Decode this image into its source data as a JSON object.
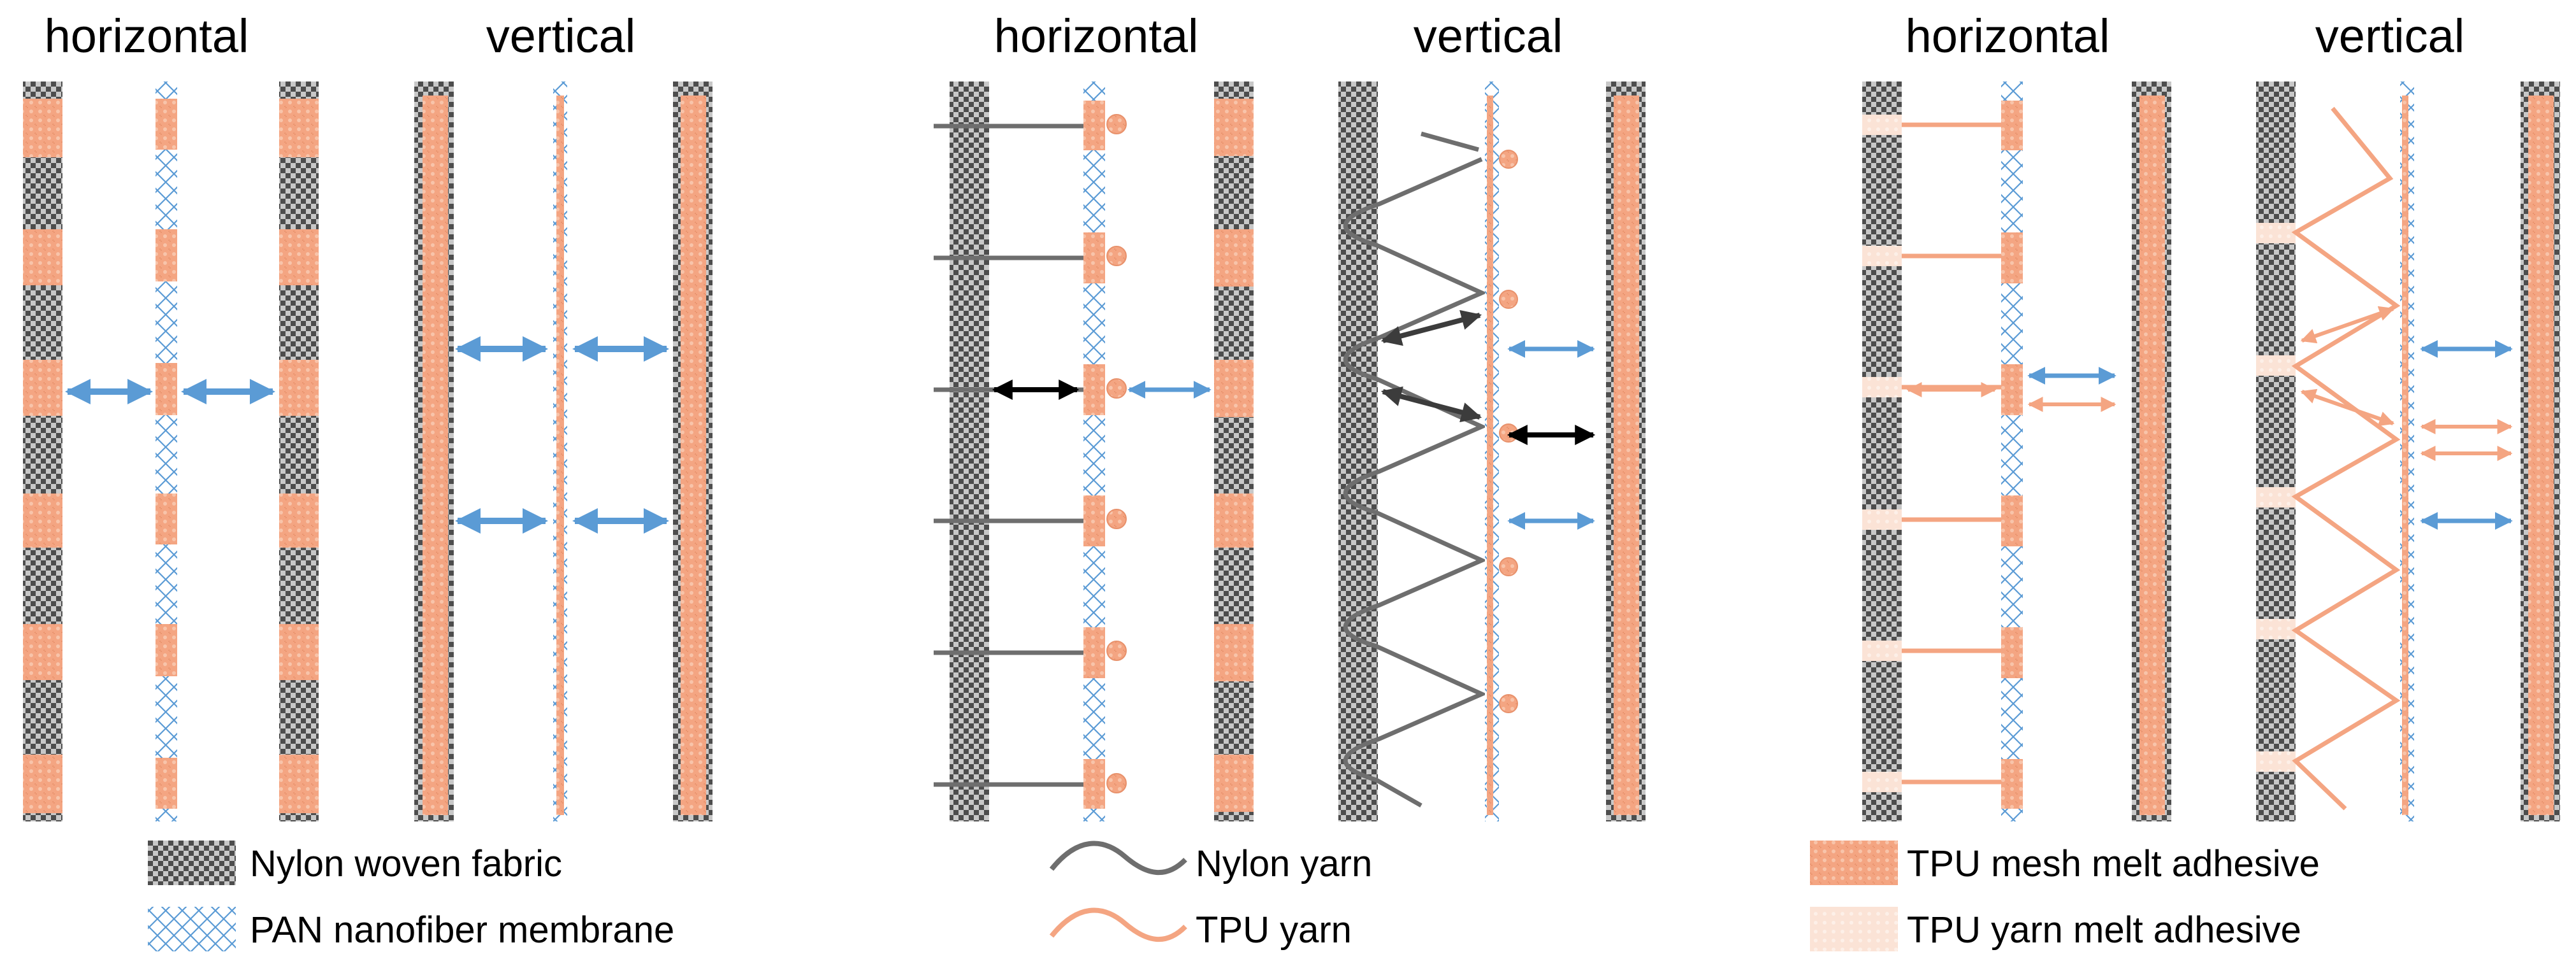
{
  "panels": [
    {
      "horizontal_label": "horizontal",
      "vertical_label": "vertical"
    },
    {
      "horizontal_label": "horizontal",
      "vertical_label": "vertical"
    },
    {
      "horizontal_label": "horizontal",
      "vertical_label": "vertical"
    }
  ],
  "legend": {
    "nylon_fabric": "Nylon woven fabric",
    "pan_membrane": "PAN nanofiber membrane",
    "nylon_yarn": "Nylon yarn",
    "tpu_yarn": "TPU yarn",
    "tpu_mesh": "TPU mesh melt adhesive",
    "tpu_yarn_adhesive": "TPU yarn melt adhesive"
  },
  "colors": {
    "nylon_dark": "#4d4d4d",
    "nylon_light": "#c8c8c8",
    "pan_blue": "#5b9bd5",
    "tpu_orange": "#f4a582",
    "tpu_dark_orange": "#e8916b",
    "tpu_light": "#fbe0d2",
    "arrow_blue": "#5b9bd5",
    "arrow_black": "#000000",
    "yarn_gray": "#6e6e6e"
  }
}
